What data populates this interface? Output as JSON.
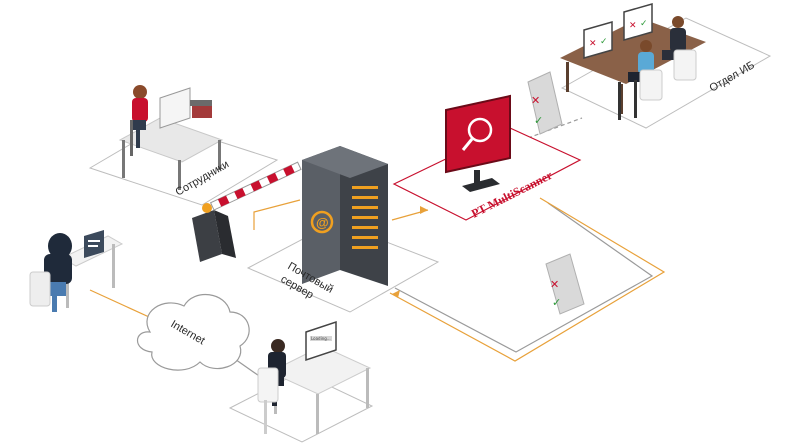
{
  "labels": {
    "employees": "Сотрудники",
    "mail_server_line1": "Почтовый",
    "mail_server_line2": "сервер",
    "multiscanner": "PT MultiScanner",
    "security_dept": "Отдел ИБ",
    "internet": "Internet",
    "laptop_screen": "Loading..."
  },
  "icons": {
    "mail_server": "at-sign-icon",
    "multiscanner": "magnifier-icon",
    "verdict_bad": "red-cross-icon",
    "verdict_good": "green-check-icon"
  },
  "colors": {
    "accent_red": "#c8102e",
    "flow_orange": "#e8a13a",
    "outline_gray": "#9a9a9a",
    "server_dark": "#4a4f55"
  }
}
